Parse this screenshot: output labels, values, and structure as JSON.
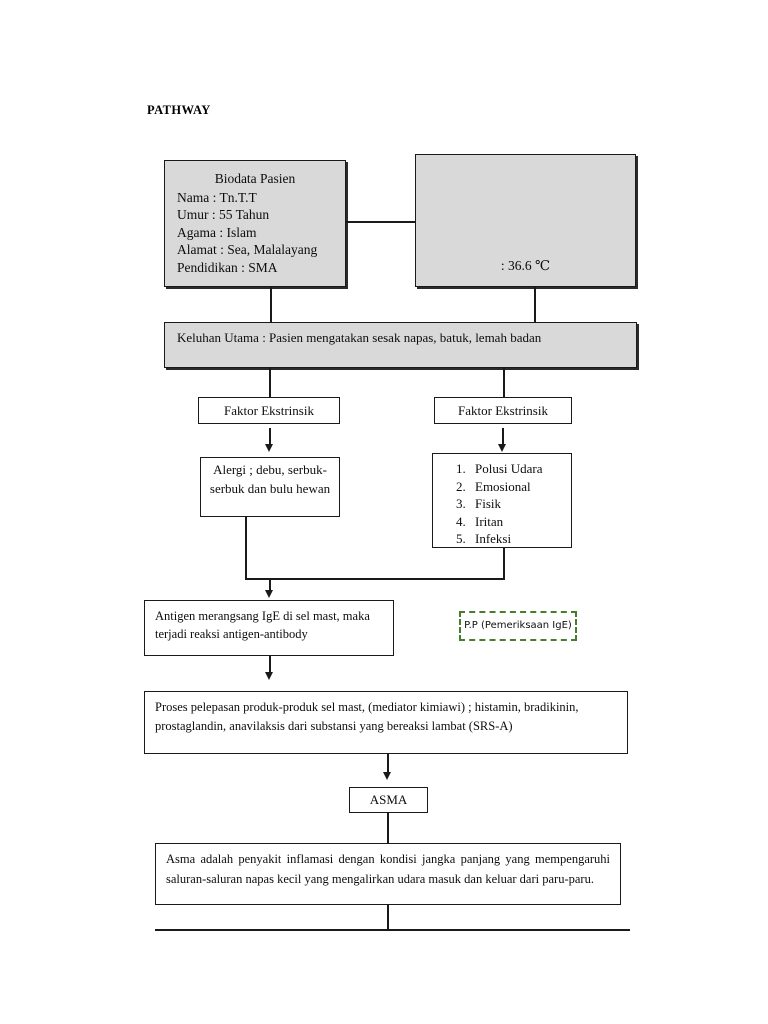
{
  "document": {
    "title": "PATHWAY"
  },
  "colors": {
    "box_fill_gray": "#d9d9d9",
    "box_border": "#1a1a1a",
    "dashed_box_border": "#4a7c2f",
    "page_background": "#ffffff"
  },
  "nodes": {
    "biodata": {
      "heading": "Biodata Pasien",
      "fields": [
        "Nama : Tn.T.T",
        "Umur : 55 Tahun",
        "Agama : Islam",
        "Alamat : Sea, Malalayang",
        "Pendidikan : SMA"
      ]
    },
    "vitals": {
      "temperature": ": 36.6 ℃"
    },
    "keluhan": {
      "text": "Keluhan Utama : Pasien mengatakan sesak napas, batuk, lemah badan"
    },
    "faktor_left": {
      "label": "Faktor Ekstrinsik"
    },
    "faktor_right": {
      "label": "Faktor Ekstrinsik"
    },
    "alergi": {
      "text": "Alergi ; debu, serbuk-serbuk dan bulu hewan"
    },
    "pemicu": {
      "items": [
        "Polusi Udara",
        "Emosional",
        "Fisik",
        "Iritan",
        "Infeksi"
      ]
    },
    "antigen": {
      "text": "Antigen merangsang IgE di sel mast, maka terjadi reaksi antigen-antibody"
    },
    "pemeriksaan": {
      "label": "P.P (Pemeriksaan IgE)"
    },
    "proses": {
      "text": "Proses pelepasan produk-produk sel mast, (mediator kimiawi) ; histamin, bradikinin, prostaglandin, anavilaksis dari substansi yang bereaksi lambat (SRS-A)"
    },
    "asma": {
      "label": "ASMA"
    },
    "definisi": {
      "text": "Asma adalah penyakit inflamasi dengan kondisi jangka panjang yang mempengaruhi saluran-saluran napas kecil yang mengalirkan udara masuk dan keluar dari paru-paru."
    }
  }
}
